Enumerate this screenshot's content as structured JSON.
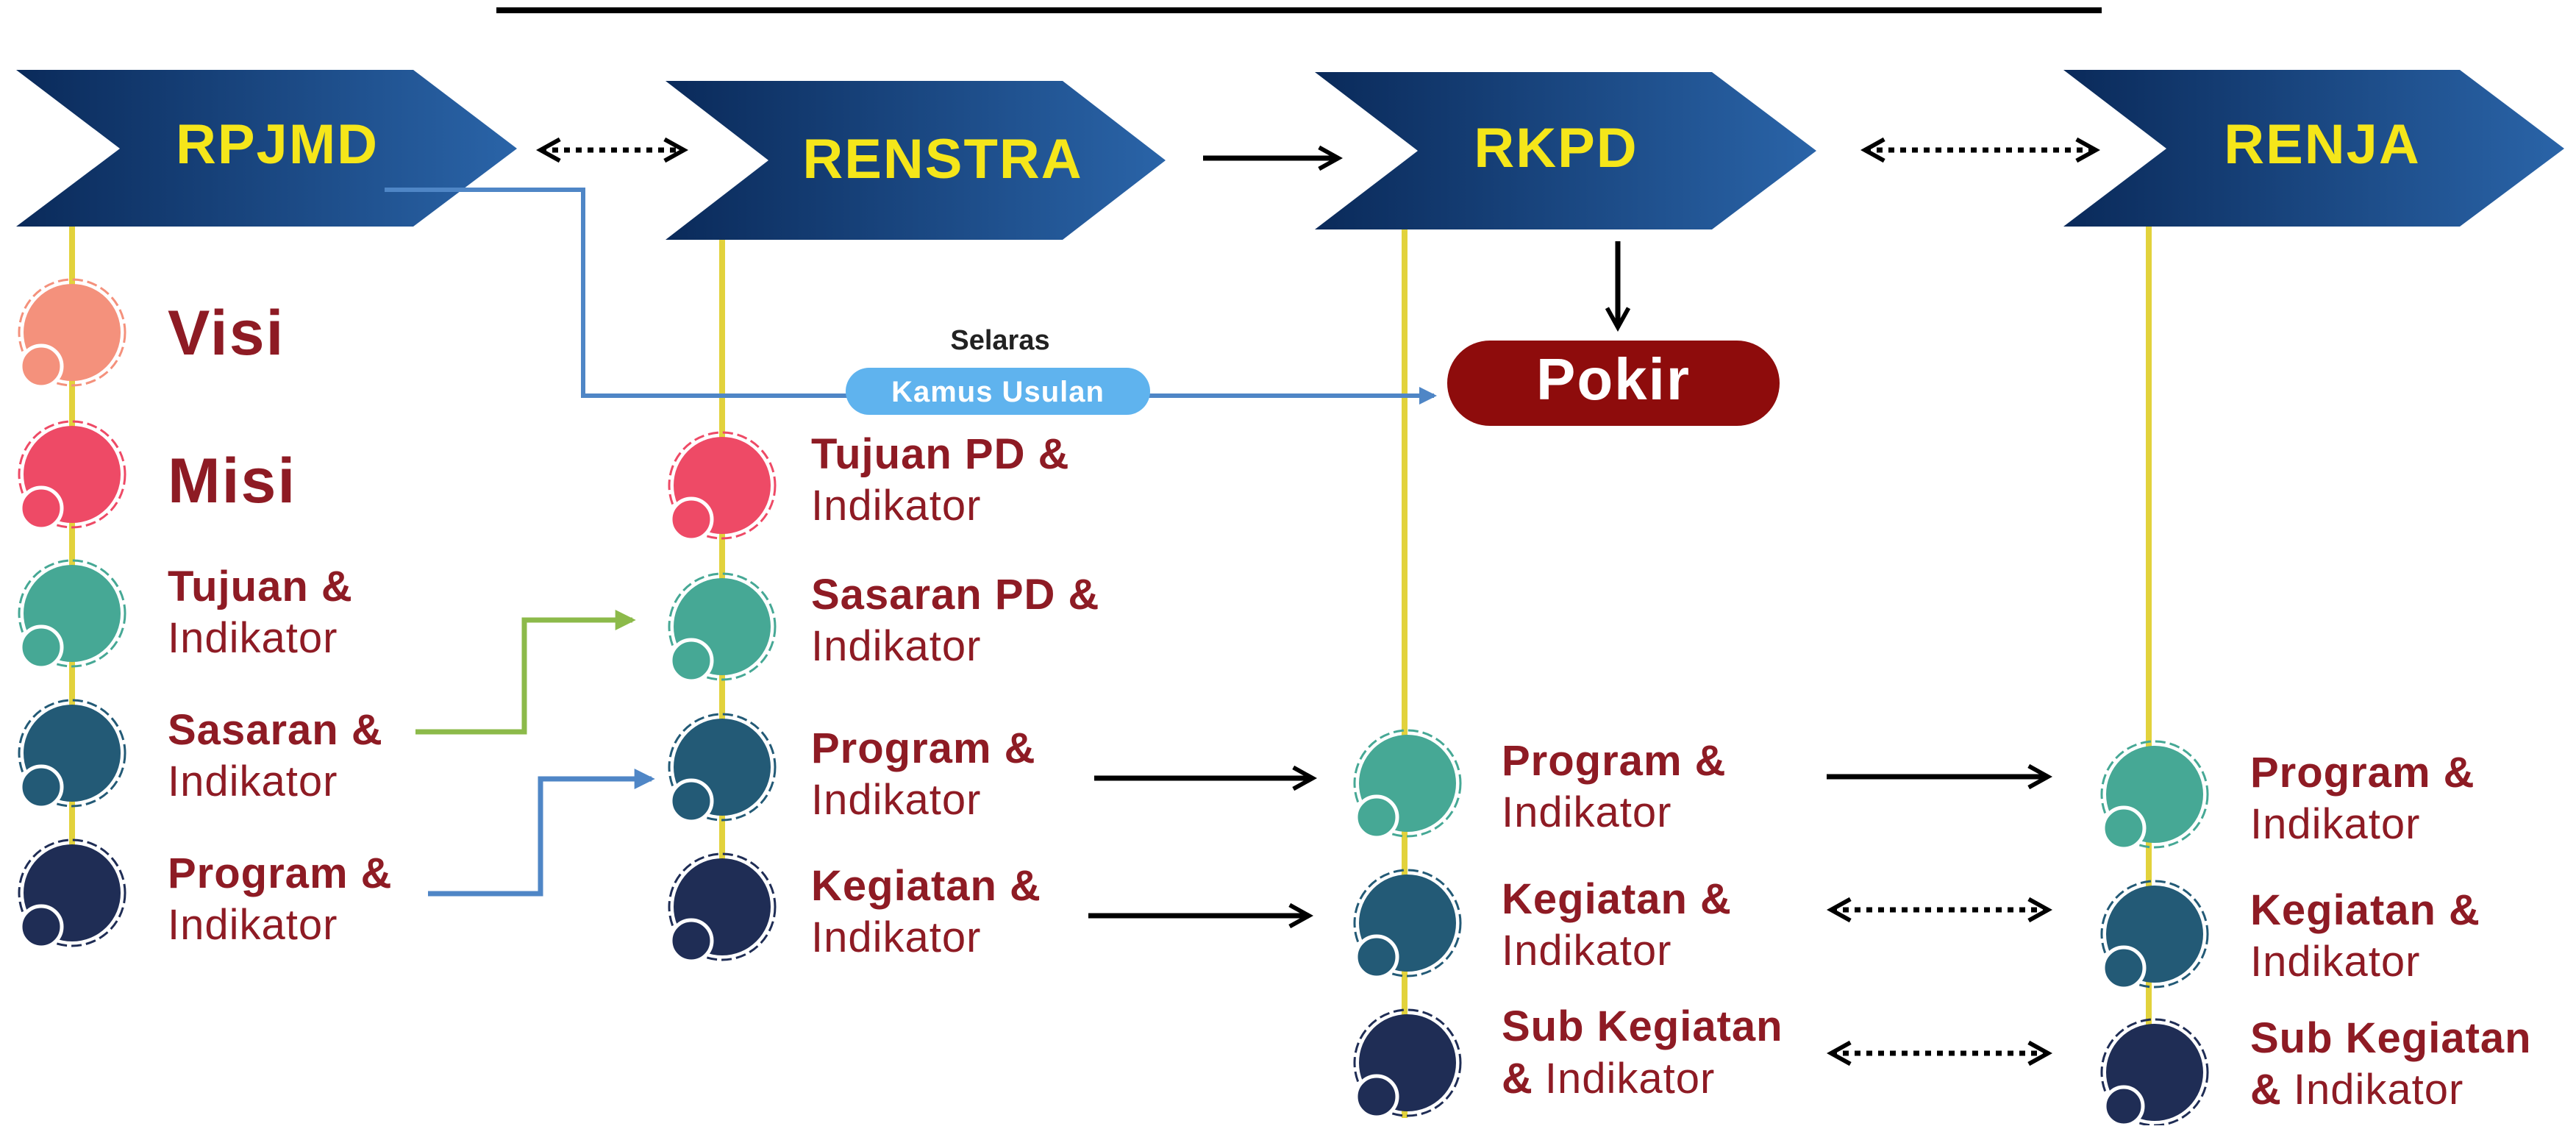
{
  "columns": [
    {
      "id": "rpjmd",
      "label": "RPJMD"
    },
    {
      "id": "renstra",
      "label": "RENSTRA"
    },
    {
      "id": "rkpd",
      "label": "RKPD"
    },
    {
      "id": "renja",
      "label": "RENJA"
    }
  ],
  "rpjmd_items": {
    "visi": "Visi",
    "misi": "Misi",
    "tujuan": {
      "bold": "Tujuan &",
      "regular": "Indikator"
    },
    "sasaran": {
      "bold": "Sasaran &",
      "regular": "Indikator"
    },
    "program": {
      "bold": "Program &",
      "regular": "Indikator"
    }
  },
  "renstra_items": {
    "tujuan_pd": {
      "bold": "Tujuan PD &",
      "regular": "Indikator"
    },
    "sasaran_pd": {
      "bold": "Sasaran PD &",
      "regular": "Indikator"
    },
    "program": {
      "bold": "Program &",
      "regular": "Indikator"
    },
    "kegiatan": {
      "bold": "Kegiatan &",
      "regular": "Indikator"
    }
  },
  "rkpd_items": {
    "program": {
      "bold": "Program &",
      "regular": "Indikator"
    },
    "kegiatan": {
      "bold": "Kegiatan &",
      "regular": "Indikator"
    },
    "sub_kegiatan": {
      "bold1": "Sub Kegiatan",
      "bold2": "&",
      "regular": "Indikator"
    }
  },
  "renja_items": {
    "program": {
      "bold": "Program &",
      "regular": "Indikator"
    },
    "kegiatan": {
      "bold": "Kegiatan &",
      "regular": "Indikator"
    },
    "sub_kegiatan": {
      "bold1": "Sub Kegiatan",
      "bold2": "&",
      "regular": "Indikator"
    }
  },
  "annotations": {
    "selaras": "Selaras",
    "kamus_usulan": "Kamus Usulan",
    "pokir": "Pokir"
  },
  "colors": {
    "chevron_dark": "#0a2a5a",
    "chevron_light": "#2a64a8",
    "chevron_text": "#f5e61a",
    "item_text": "#8e1b24",
    "stem": "#e2d23c",
    "salmon": "#f4917c",
    "pink": "#ee4a66",
    "teal": "#46a895",
    "steel": "#235a76",
    "navy": "#1f2d55",
    "link_blue": "#4f86c6",
    "link_green": "#8cba4a",
    "kamus_bg": "#5fb3ee",
    "pokir_bg": "#8e0c0c"
  }
}
